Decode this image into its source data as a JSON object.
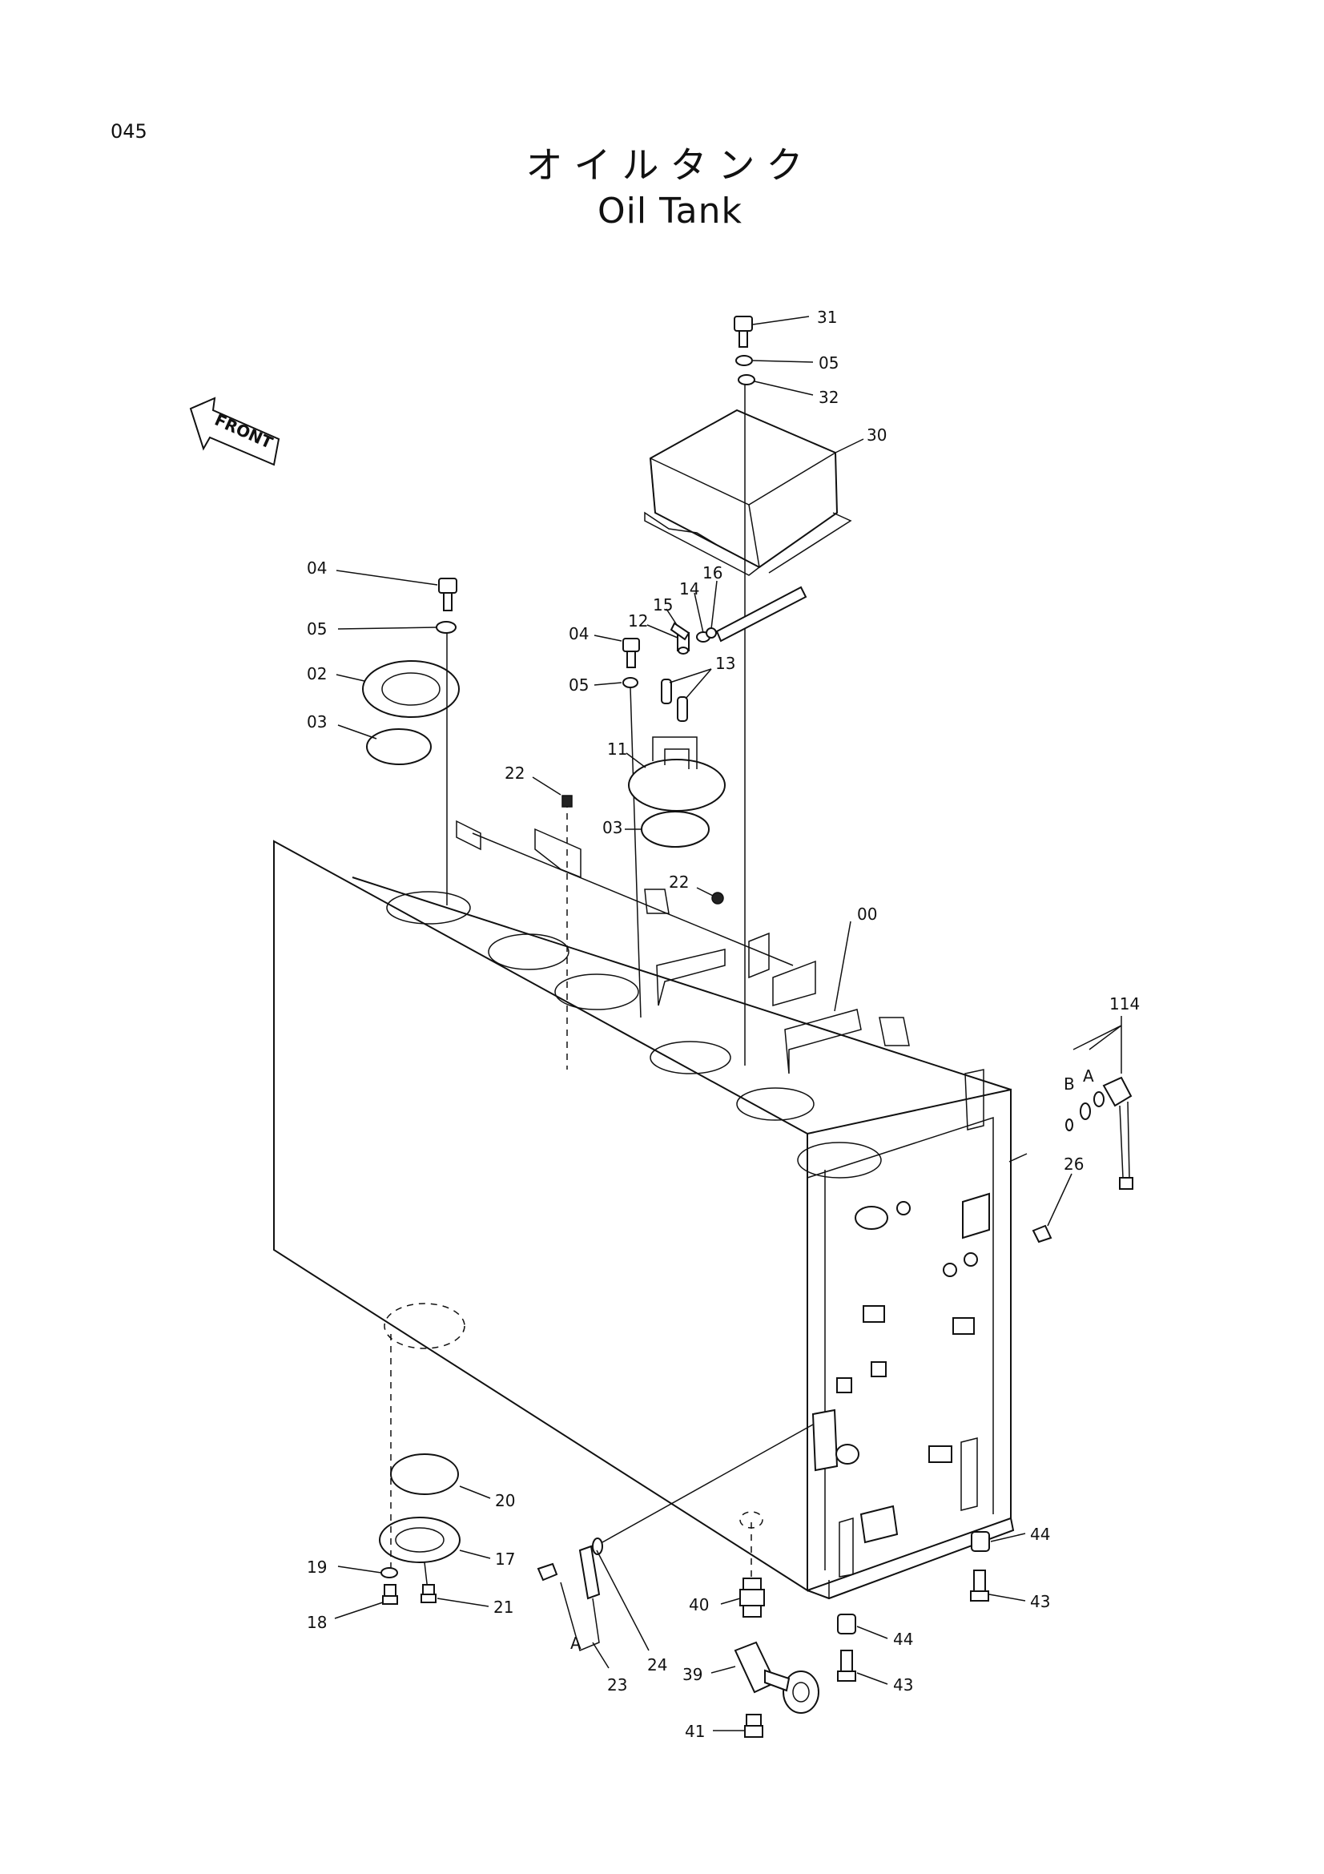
{
  "page": {
    "number": "045",
    "title_jp": "オイルタンク",
    "title_en": "Oil Tank"
  },
  "front_arrow": {
    "label": "FRONT"
  },
  "callouts": [
    {
      "id": "c31",
      "label": "31"
    },
    {
      "id": "c05a",
      "label": "05"
    },
    {
      "id": "c32",
      "label": "32"
    },
    {
      "id": "c30",
      "label": "30"
    },
    {
      "id": "c04a",
      "label": "04"
    },
    {
      "id": "c05b",
      "label": "05"
    },
    {
      "id": "c02",
      "label": "02"
    },
    {
      "id": "c03a",
      "label": "03"
    },
    {
      "id": "c16",
      "label": "16"
    },
    {
      "id": "c14",
      "label": "14"
    },
    {
      "id": "c15",
      "label": "15"
    },
    {
      "id": "c12",
      "label": "12"
    },
    {
      "id": "c04b",
      "label": "04"
    },
    {
      "id": "c13",
      "label": "13"
    },
    {
      "id": "c05c",
      "label": "05"
    },
    {
      "id": "c11",
      "label": "11"
    },
    {
      "id": "c22a",
      "label": "22"
    },
    {
      "id": "c03b",
      "label": "03"
    },
    {
      "id": "c22b",
      "label": "22"
    },
    {
      "id": "c00",
      "label": "00"
    },
    {
      "id": "c114",
      "label": "114"
    },
    {
      "id": "cB",
      "label": "B"
    },
    {
      "id": "cA1",
      "label": "A"
    },
    {
      "id": "c26",
      "label": "26"
    },
    {
      "id": "c20",
      "label": "20"
    },
    {
      "id": "c17",
      "label": "17"
    },
    {
      "id": "c19",
      "label": "19"
    },
    {
      "id": "c18",
      "label": "18"
    },
    {
      "id": "c21",
      "label": "21"
    },
    {
      "id": "cA2",
      "label": "A"
    },
    {
      "id": "c23",
      "label": "23"
    },
    {
      "id": "c24",
      "label": "24"
    },
    {
      "id": "c40",
      "label": "40"
    },
    {
      "id": "c39",
      "label": "39"
    },
    {
      "id": "c41",
      "label": "41"
    },
    {
      "id": "c44a",
      "label": "44"
    },
    {
      "id": "c43a",
      "label": "43"
    },
    {
      "id": "c44b",
      "label": "44"
    },
    {
      "id": "c43b",
      "label": "43"
    }
  ]
}
